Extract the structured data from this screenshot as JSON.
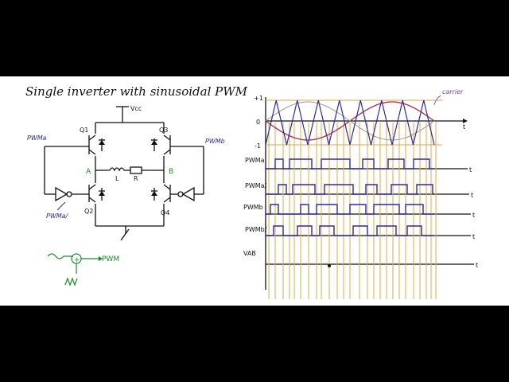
{
  "title": "Single inverter with sinusoidal PWM",
  "circuit": {
    "supply_label": "Vcc",
    "transistors": [
      "Q1",
      "Q3",
      "Q2",
      "Q4"
    ],
    "node_a": "A",
    "node_b": "B",
    "inductor_label": "L",
    "resistor_label": "R",
    "input_a": "PWMa",
    "input_b": "PWMb",
    "inverted_a": "PWMa/",
    "comparator_output": "PWM",
    "comparator_sign": "+"
  },
  "plot": {
    "carrier_label": "carrier",
    "ticks": [
      "+1",
      "0",
      "-1"
    ],
    "time_label": "t",
    "signal_labels": [
      "PWMa",
      "PWMa/",
      "PWMb",
      "PWMb/",
      "VAB"
    ]
  }
}
